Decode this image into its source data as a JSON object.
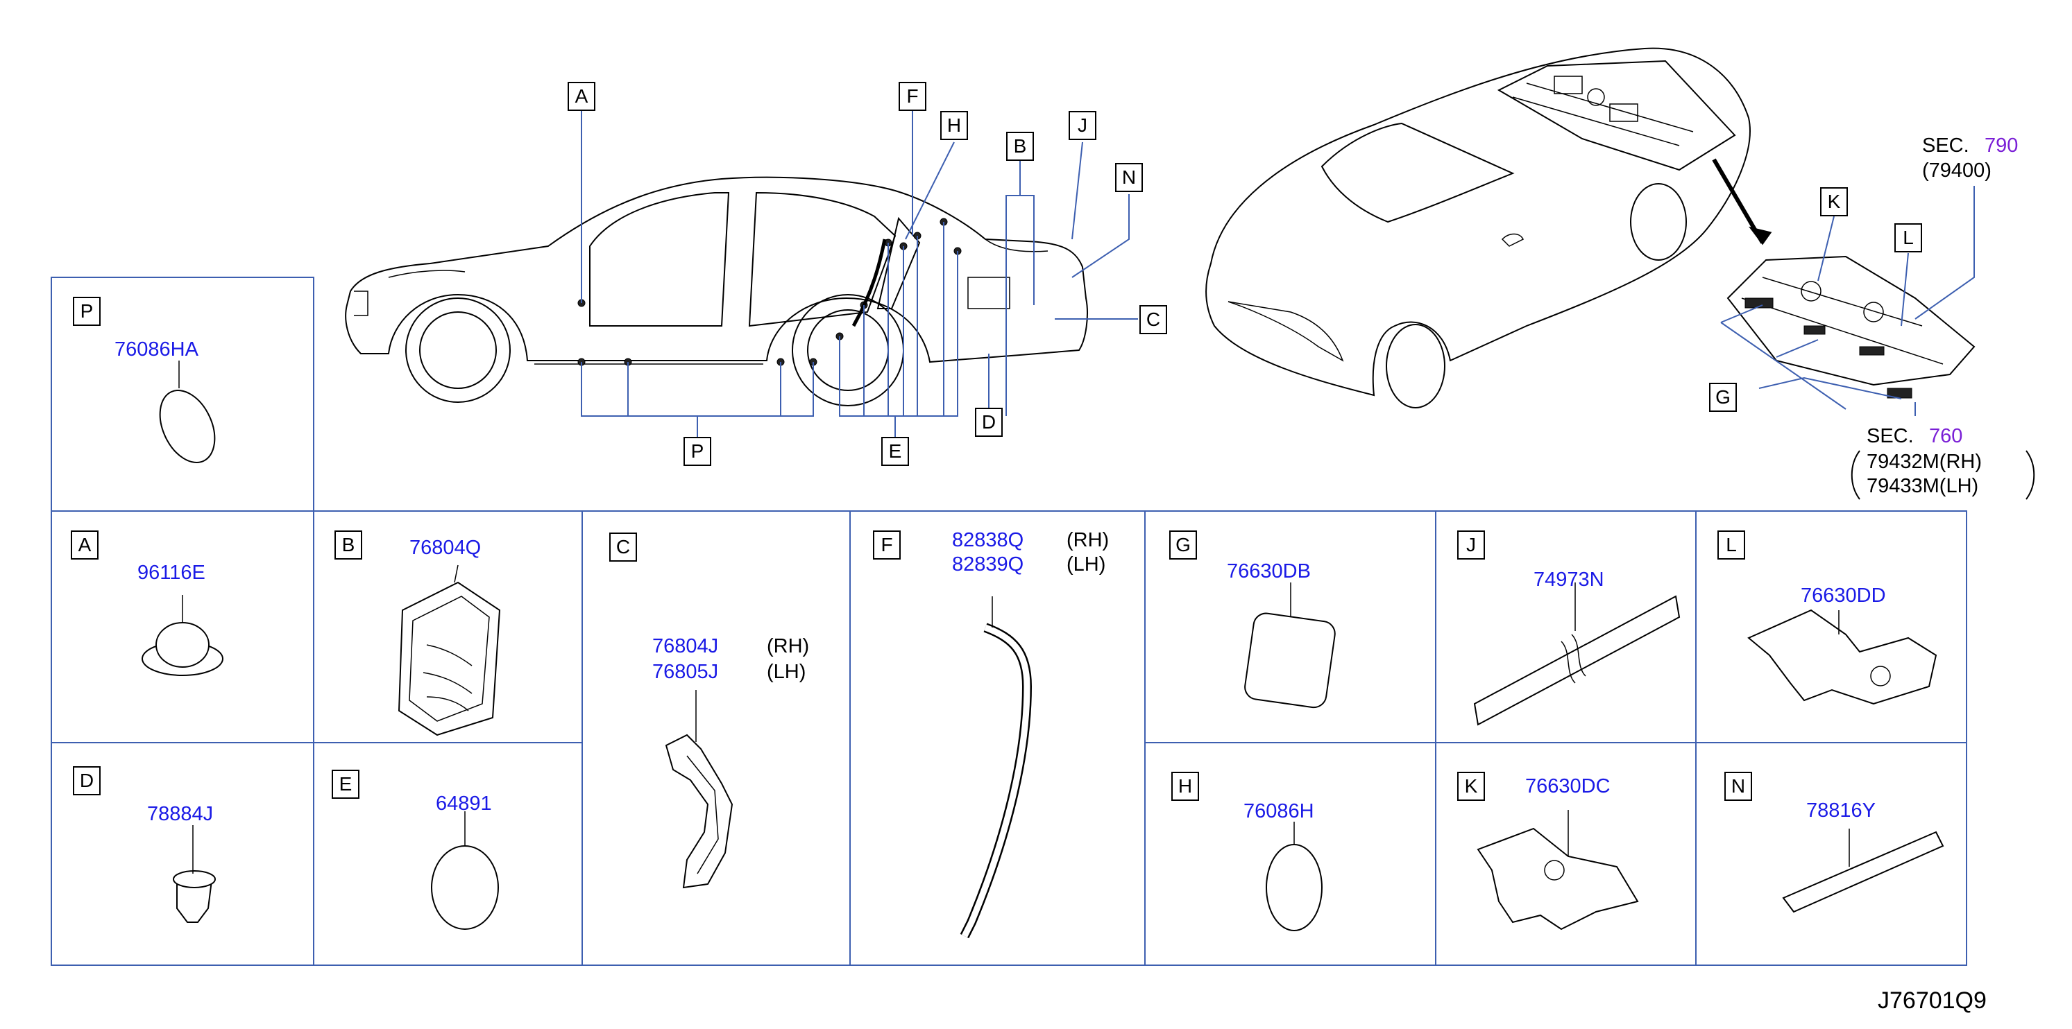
{
  "diagram_code": "J76701Q9",
  "callouts_top": [
    "A",
    "F",
    "H",
    "B",
    "J",
    "N",
    "C",
    "D",
    "E",
    "P"
  ],
  "callouts_right": [
    "K",
    "L",
    "G"
  ],
  "sec_790": {
    "prefix": "SEC.",
    "number": "790",
    "sub": "(79400)"
  },
  "sec_760": {
    "prefix": "SEC.",
    "number": "760",
    "rh": "79432M(RH)",
    "lh": "79433M(LH)"
  },
  "cells": {
    "P": {
      "letter": "P",
      "part": "76086HA"
    },
    "A": {
      "letter": "A",
      "part": "96116E"
    },
    "B": {
      "letter": "B",
      "part": "76804Q"
    },
    "C": {
      "letter": "C",
      "part_rh": "76804J",
      "part_lh": "76805J",
      "rh": "(RH)",
      "lh": "(LH)"
    },
    "F": {
      "letter": "F",
      "part_rh": "82838Q",
      "part_lh": "82839Q",
      "rh": "(RH)",
      "lh": "(LH)"
    },
    "G": {
      "letter": "G",
      "part": "76630DB"
    },
    "J": {
      "letter": "J",
      "part": "74973N"
    },
    "L": {
      "letter": "L",
      "part": "76630DD"
    },
    "D": {
      "letter": "D",
      "part": "78884J"
    },
    "E": {
      "letter": "E",
      "part": "64891"
    },
    "H": {
      "letter": "H",
      "part": "76086H"
    },
    "K": {
      "letter": "K",
      "part": "76630DC"
    },
    "N": {
      "letter": "N",
      "part": "78816Y"
    }
  }
}
